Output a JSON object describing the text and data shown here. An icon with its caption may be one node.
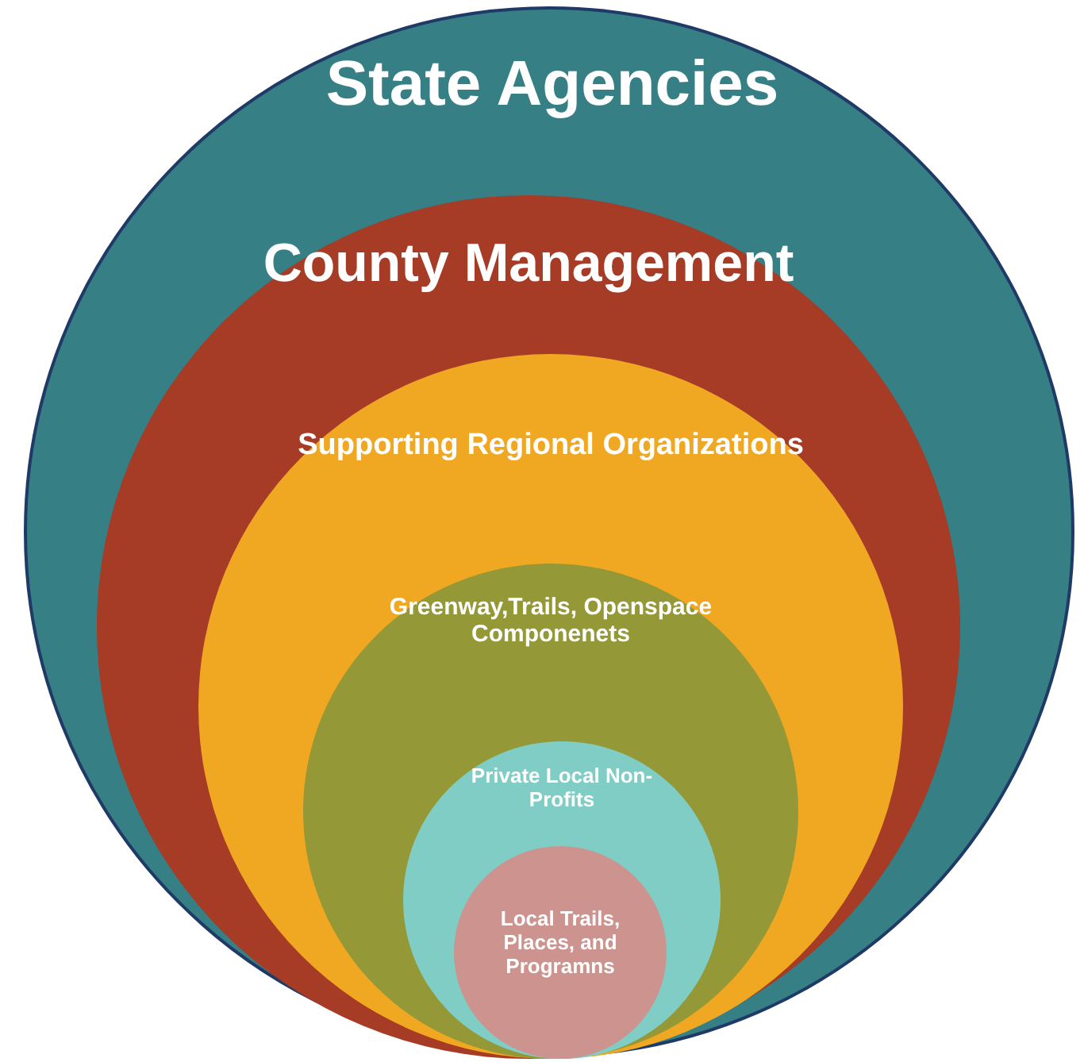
{
  "diagram": {
    "nodes": [
      {
        "text": [
          "State Agencies"
        ]
      },
      {
        "text": [
          "County Management"
        ],
        "in": 0
      },
      {
        "text": [
          "Supporting Regional Organizations"
        ],
        "in": 1
      },
      {
        "text": [
          "Greenway,Trails, Openspace Componenets"
        ],
        "in": 2
      },
      {
        "text": [
          "Private Local Non-Profits"
        ],
        "in": 3
      },
      {
        "text": [
          "Local Trails, Places, and Programns"
        ],
        "in": 4
      }
    ]
  }
}
